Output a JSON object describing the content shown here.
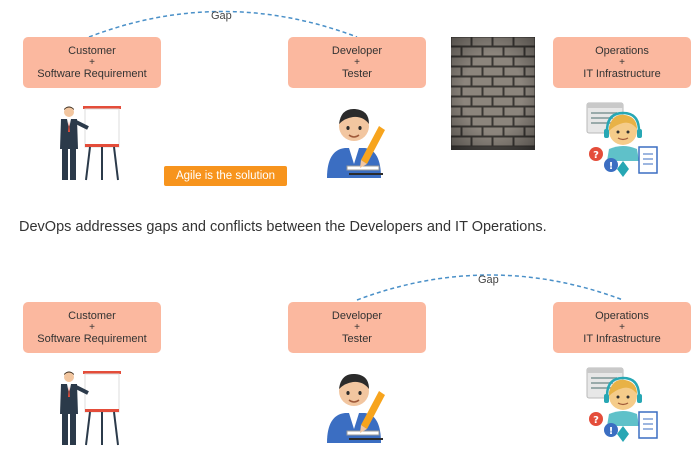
{
  "top": {
    "customer_box": {
      "line1": "Customer",
      "plus": "+",
      "line2": "Software Requirement"
    },
    "developer_box": {
      "line1": "Developer",
      "plus": "+",
      "line2": "Tester"
    },
    "operations_box": {
      "line1": "Operations",
      "plus": "+",
      "line2": "IT Infrastructure"
    },
    "gap_label": "Gap",
    "agile_label": "Agile is the solution"
  },
  "caption": "DevOps addresses gaps and conflicts between the Developers and IT Operations.",
  "bottom": {
    "customer_box": {
      "line1": "Customer",
      "plus": "+",
      "line2": "Software Requirement"
    },
    "developer_box": {
      "line1": "Developer",
      "plus": "+",
      "line2": "Tester"
    },
    "operations_box": {
      "line1": "Operations",
      "plus": "+",
      "line2": "IT Infrastructure"
    },
    "gap_label": "Gap"
  },
  "colors": {
    "box_fill": "#fbb89f",
    "agile_fill": "#f7941d",
    "gap_line": "#4a90c8"
  }
}
